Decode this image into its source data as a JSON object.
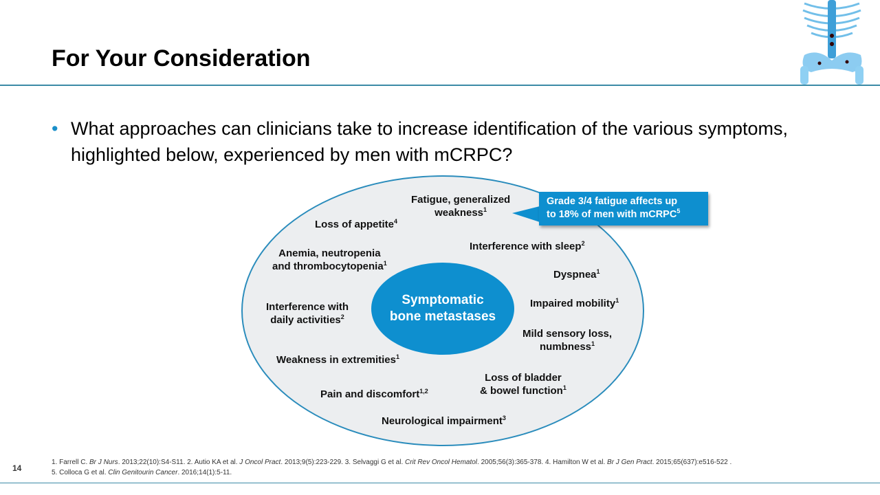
{
  "slide": {
    "title": "For Your Consideration",
    "page_number": "14",
    "bullet": "What approaches  can clinicians take to increase identification of the various symptoms, highlighted below,  experienced  by men with mCRPC?",
    "image": "skeleton-bone-metastases-illustration"
  },
  "diagram": {
    "center_label_line1": "Symptomatic",
    "center_label_line2": "bone metastases",
    "symptoms": [
      {
        "line1": "Fatigue, generalized",
        "line2": "weakness",
        "ref": "1"
      },
      {
        "line1": "Loss of appetite",
        "ref": "4"
      },
      {
        "line1": "Anemia, neutropenia",
        "line2": "and thrombocytopenia",
        "ref": "1"
      },
      {
        "line1": "Interference with sleep",
        "ref": "2"
      },
      {
        "line1": "Dyspnea",
        "ref": "1"
      },
      {
        "line1": "Interference with",
        "line2": "daily activities",
        "ref": "2"
      },
      {
        "line1": "Impaired mobility",
        "ref": "1"
      },
      {
        "line1": "Mild  sensory loss,",
        "line2": "numbness",
        "ref": "1"
      },
      {
        "line1": "Weakness in extremities",
        "ref": "1"
      },
      {
        "line1": "Loss of bladder",
        "line2": "& bowel function",
        "ref": "1"
      },
      {
        "line1": "Pain and discomfort",
        "ref": "1,2"
      },
      {
        "line1": "Neurological impairment",
        "ref": "3"
      }
    ],
    "callout": {
      "line1": "Grade 3/4 fatigue affects up",
      "line2": "to 18% of men with mCRPC",
      "ref": "5"
    }
  },
  "references": {
    "r1_a": "1. Farrell C. ",
    "r1_j": "Br J Nurs",
    "r1_b": ". 2013;22(10):S4-S11. 2. Autio KA et al. ",
    "r2_j": "J Oncol Pract",
    "r2_b": ". 2013;9(5):223-229. 3. Selvaggi G et al. ",
    "r3_j": "Crit Rev Oncol Hematol",
    "r3_b": ". 2005;56(3):365-378. 4. Hamilton  W et al. ",
    "r4_j": "Br J Gen Pract",
    "r4_b": ". 2015;65(637):e516-522 .",
    "r5_a": "5. Colloca G et al. ",
    "r5_j": "Clin Genitourin Cancer",
    "r5_b": ". 2016;14(1):5-11."
  },
  "colors": {
    "accent": "#0e8fcf",
    "rule": "#3a8aa6",
    "ellipse_fill": "#eceef0"
  }
}
